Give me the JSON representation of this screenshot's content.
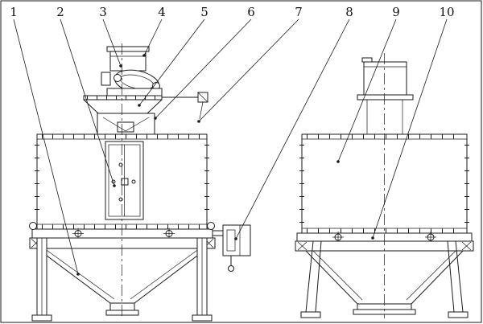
{
  "drawing": {
    "background": "#ffffff",
    "line_color": "#1a1a1a"
  },
  "callouts": [
    {
      "label": "1"
    },
    {
      "label": "2"
    },
    {
      "label": "3"
    },
    {
      "label": "4"
    },
    {
      "label": "5"
    },
    {
      "label": "6"
    },
    {
      "label": "7"
    },
    {
      "label": "8"
    },
    {
      "label": "9"
    },
    {
      "label": "10"
    }
  ]
}
